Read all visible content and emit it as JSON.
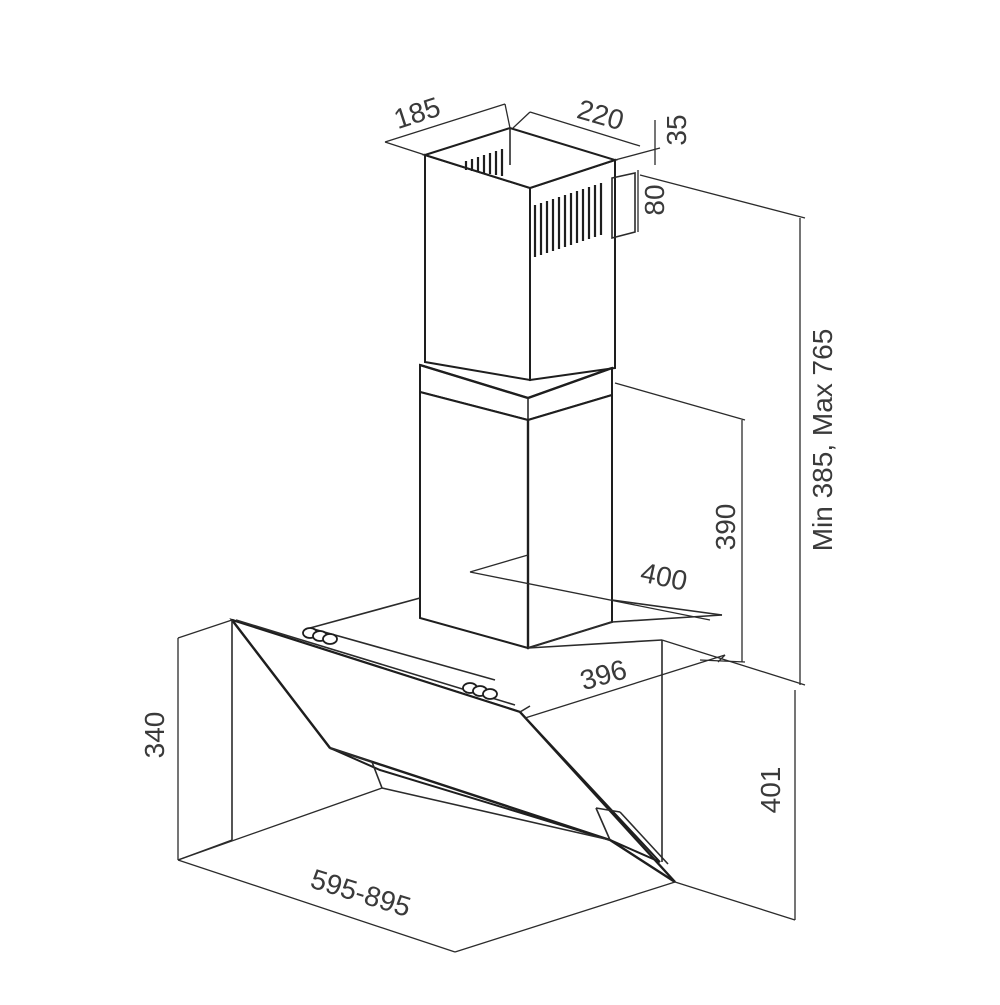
{
  "dimensions": {
    "chimney_depth": "185",
    "chimney_width": "220",
    "vent_offset": "35",
    "vent_height": "80",
    "overall_height": "Min 385, Max 765",
    "lower_chimney_height": "390",
    "mount_plate_width": "400",
    "body_depth": "396",
    "panel_height": "340",
    "body_height": "401",
    "hood_width": "595-895"
  }
}
